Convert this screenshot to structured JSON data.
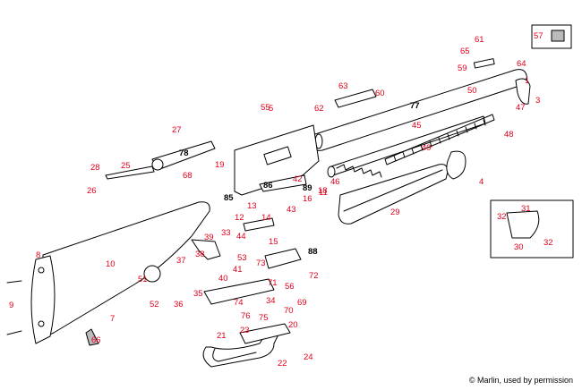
{
  "diagram": {
    "credit": "© Marlin, used by permission",
    "label_color_red": "#e0001b",
    "label_color_black": "#000000",
    "callouts": [
      {
        "text": "1",
        "color": "red"
      },
      {
        "text": "3",
        "color": "red"
      },
      {
        "text": "4",
        "color": "red"
      },
      {
        "text": "5",
        "color": "red"
      },
      {
        "text": "7",
        "color": "red"
      },
      {
        "text": "8",
        "color": "red"
      },
      {
        "text": "9",
        "color": "red"
      },
      {
        "text": "10",
        "color": "red"
      },
      {
        "text": "11",
        "color": "red"
      },
      {
        "text": "12",
        "color": "red"
      },
      {
        "text": "13",
        "color": "red"
      },
      {
        "text": "14",
        "color": "red"
      },
      {
        "text": "15",
        "color": "red"
      },
      {
        "text": "16",
        "color": "red"
      },
      {
        "text": "18",
        "color": "red"
      },
      {
        "text": "19",
        "color": "red"
      },
      {
        "text": "20",
        "color": "red"
      },
      {
        "text": "21",
        "color": "red"
      },
      {
        "text": "22",
        "color": "red"
      },
      {
        "text": "23",
        "color": "red"
      },
      {
        "text": "24",
        "color": "red"
      },
      {
        "text": "25",
        "color": "red"
      },
      {
        "text": "26",
        "color": "red"
      },
      {
        "text": "27",
        "color": "red"
      },
      {
        "text": "28",
        "color": "red"
      },
      {
        "text": "29",
        "color": "red"
      },
      {
        "text": "30",
        "color": "red"
      },
      {
        "text": "31",
        "color": "red"
      },
      {
        "text": "32",
        "color": "red"
      },
      {
        "text": "32",
        "color": "red"
      },
      {
        "text": "33",
        "color": "red"
      },
      {
        "text": "34",
        "color": "red"
      },
      {
        "text": "35",
        "color": "red"
      },
      {
        "text": "36",
        "color": "red"
      },
      {
        "text": "37",
        "color": "red"
      },
      {
        "text": "38",
        "color": "red"
      },
      {
        "text": "39",
        "color": "red"
      },
      {
        "text": "40",
        "color": "red"
      },
      {
        "text": "41",
        "color": "red"
      },
      {
        "text": "42",
        "color": "red"
      },
      {
        "text": "43",
        "color": "red"
      },
      {
        "text": "44",
        "color": "red"
      },
      {
        "text": "45",
        "color": "red"
      },
      {
        "text": "46",
        "color": "red"
      },
      {
        "text": "47",
        "color": "red"
      },
      {
        "text": "48",
        "color": "red"
      },
      {
        "text": "49",
        "color": "red"
      },
      {
        "text": "50",
        "color": "red"
      },
      {
        "text": "51",
        "color": "red"
      },
      {
        "text": "52",
        "color": "red"
      },
      {
        "text": "53",
        "color": "red"
      },
      {
        "text": "55",
        "color": "red"
      },
      {
        "text": "56",
        "color": "red"
      },
      {
        "text": "57",
        "color": "red"
      },
      {
        "text": "59",
        "color": "red"
      },
      {
        "text": "60",
        "color": "red"
      },
      {
        "text": "61",
        "color": "red"
      },
      {
        "text": "62",
        "color": "red"
      },
      {
        "text": "63",
        "color": "red"
      },
      {
        "text": "64",
        "color": "red"
      },
      {
        "text": "65",
        "color": "red"
      },
      {
        "text": "66",
        "color": "red"
      },
      {
        "text": "68",
        "color": "red"
      },
      {
        "text": "69",
        "color": "red"
      },
      {
        "text": "70",
        "color": "red"
      },
      {
        "text": "71",
        "color": "red"
      },
      {
        "text": "72",
        "color": "red"
      },
      {
        "text": "73",
        "color": "red"
      },
      {
        "text": "74",
        "color": "red"
      },
      {
        "text": "75",
        "color": "red"
      },
      {
        "text": "76",
        "color": "red"
      },
      {
        "text": "77",
        "color": "black"
      },
      {
        "text": "78",
        "color": "black"
      },
      {
        "text": "85",
        "color": "black"
      },
      {
        "text": "86",
        "color": "black"
      },
      {
        "text": "88",
        "color": "black"
      },
      {
        "text": "89",
        "color": "black"
      }
    ]
  }
}
